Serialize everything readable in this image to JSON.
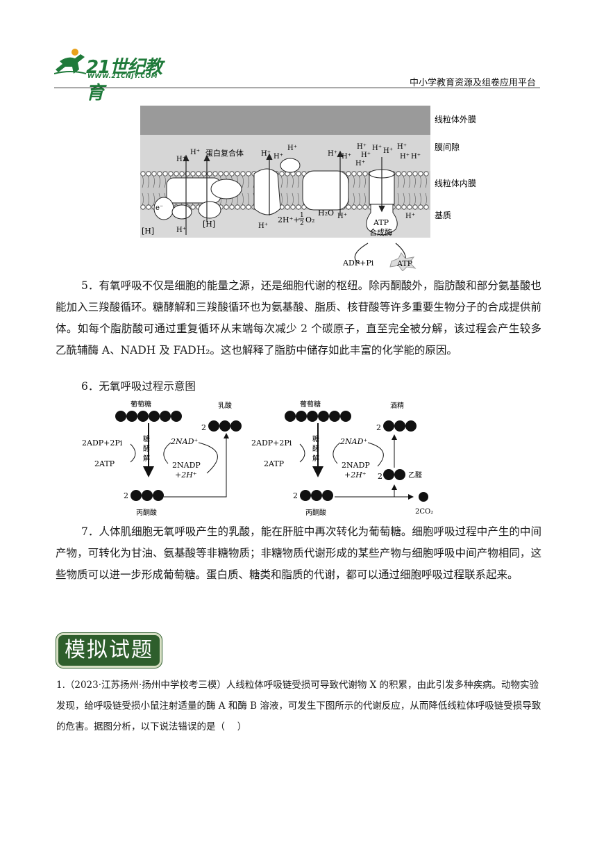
{
  "header": {
    "logo_text": "21世纪教育",
    "logo_url": "WWW.21CNJY.COM",
    "platform": "中小学教育资源及组卷应用平台"
  },
  "membrane_diagram": {
    "outer_membrane": "线粒体外膜",
    "intermembrane": "膜间隙",
    "inner_membrane": "线粒体内膜",
    "matrix": "基质",
    "protein_complex": "蛋白复合体",
    "h_plus": "H⁺",
    "e_minus": "e⁻",
    "nadh": "[H]",
    "reaction_left": "2H⁺+",
    "half": "1",
    "half_den": "2",
    "o2": "O₂",
    "h2o": "H₂O",
    "atp_synthase_1": "ATP",
    "atp_synthase_2": "合成酶",
    "adp_pi": "ADP+Pi",
    "atp": "ATP"
  },
  "paragraph5": {
    "number": "5．",
    "text": "有氧呼吸不仅是细胞的能量之源，还是细胞代谢的枢纽。除丙酮酸外，脂肪酸和部分氨基酸也能加入三羧酸循环。糖酵解和三羧酸循环也为氨基酸、脂质、核苷酸等许多重要生物分子的合成提供前体。如每个脂肪酸可通过重复循环从末端每次减少 2 个碳原子，直至完全被分解，该过程会产生较多乙酰辅酶 A、NADH 及 FADH₂。这也解释了脂肪中储存如此丰富的化学能的原因。"
  },
  "paragraph6": {
    "number": "6．",
    "text": "无氧呼吸过程示意图"
  },
  "anaerobic_diagram": {
    "glucose": "葡萄糖",
    "lactic_acid": "乳酸",
    "alcohol": "酒精",
    "acetaldehyde": "乙醛",
    "pyruvate": "丙酮酸",
    "adp": "2ADP+2Pi",
    "atp": "2ATP",
    "nad": "2NAD⁺",
    "nadp1": "2NADP",
    "nadp2": "+2H⁺",
    "glycolysis": [
      "糖",
      "酵",
      "解"
    ],
    "two": "2",
    "co2": "2CO₂"
  },
  "paragraph7": {
    "number": "7．",
    "text": "人体肌细胞无氧呼吸产生的乳酸，能在肝脏中再次转化为葡萄糖。细胞呼吸过程中产生的中间产物，可转化为甘油、氨基酸等非糖物质；非糖物质代谢形成的某些产物与细胞呼吸中间产物相同，这些物质可以进一步形成葡萄糖。蛋白质、糖类和脂质的代谢，都可以通过细胞呼吸过程联系起来。"
  },
  "section": {
    "title": "模拟试题"
  },
  "question1": {
    "text": "1.（2023·江苏扬州·扬州中学校考三模）人线粒体呼吸链受损可导致代谢物 X 的积累，由此引发多种疾病。动物实验发现，给呼吸链受损小鼠注射适量的酶 A 和酶 B 溶液，可发生下图所示的代谢反应，从而降低线粒体呼吸链受损导致的危害。据图分析，以下说法错误的是（　 ）"
  }
}
